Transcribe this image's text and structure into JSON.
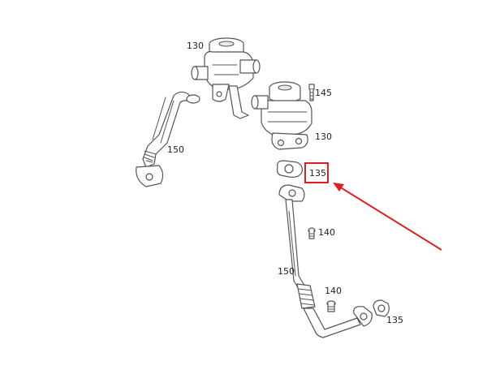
{
  "labels": {
    "valve_top": "130",
    "bolt_right": "145",
    "valve_right": "130",
    "pipe_left": "150",
    "gasket_highlight": "135",
    "bolt_mid": "140",
    "pipe_lower": "150",
    "bolt_lower": "140",
    "gasket_lower": "135"
  },
  "colors": {
    "highlight": "#e02020",
    "line": "#555555"
  }
}
